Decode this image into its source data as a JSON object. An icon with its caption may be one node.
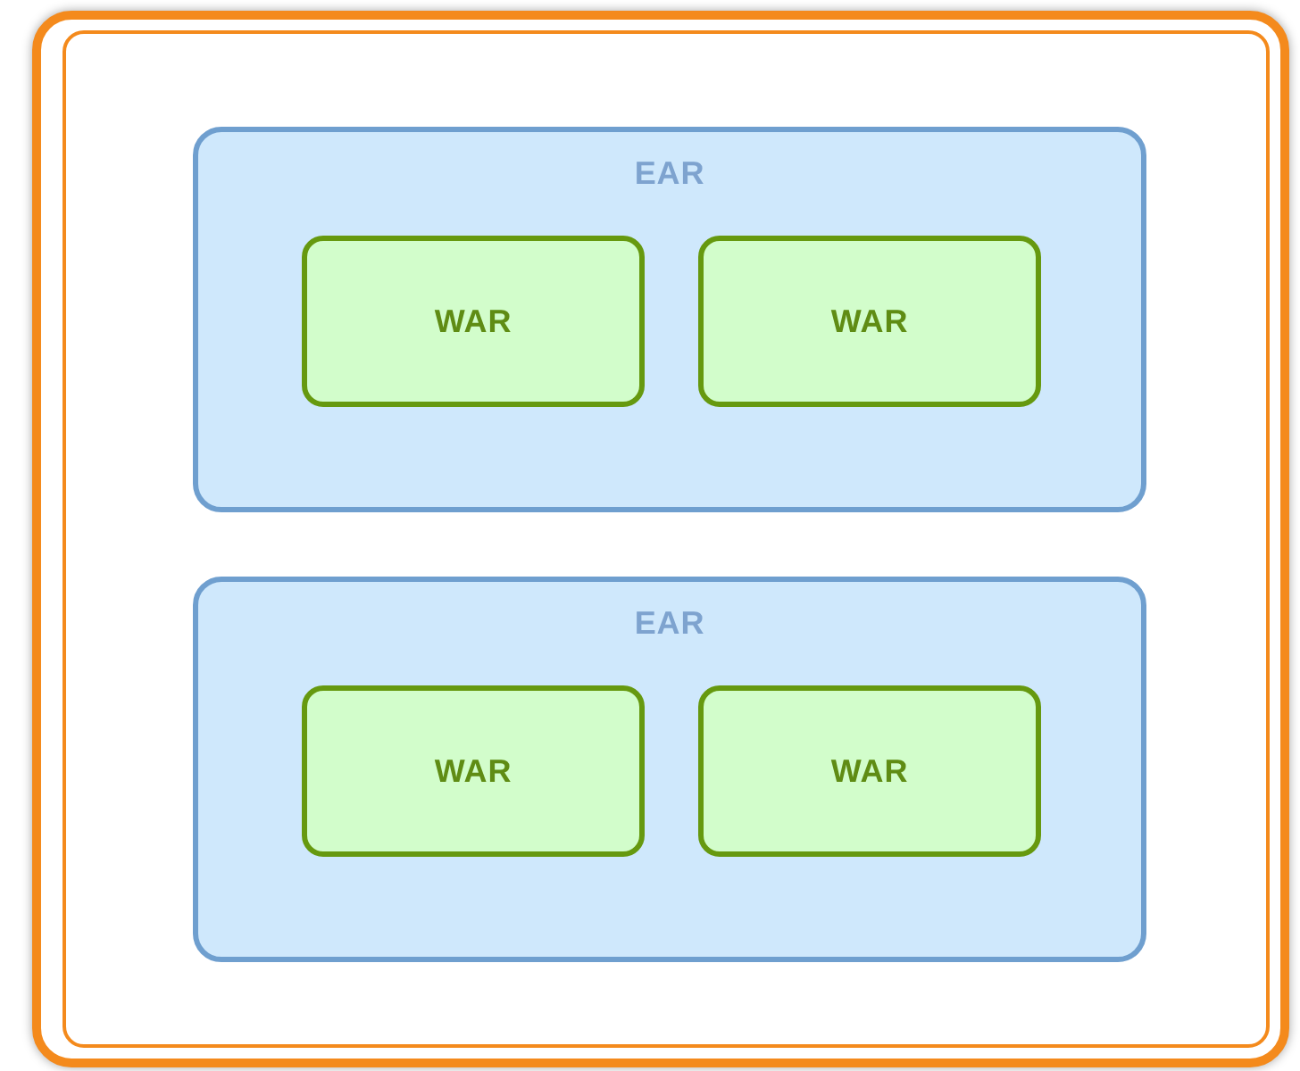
{
  "diagram": {
    "nodes": [
      {
        "text": [],
        "shape": "box"
      },
      {
        "text": [
          "EAR"
        ],
        "in": 0
      },
      {
        "text": [
          "WAR"
        ],
        "in": 1
      },
      {
        "text": [
          "WAR"
        ],
        "in": 1
      },
      {
        "text": [
          "EAR"
        ],
        "in": 0
      },
      {
        "text": [
          "WAR"
        ],
        "in": 4
      },
      {
        "text": [
          "WAR"
        ],
        "in": 4
      }
    ]
  }
}
